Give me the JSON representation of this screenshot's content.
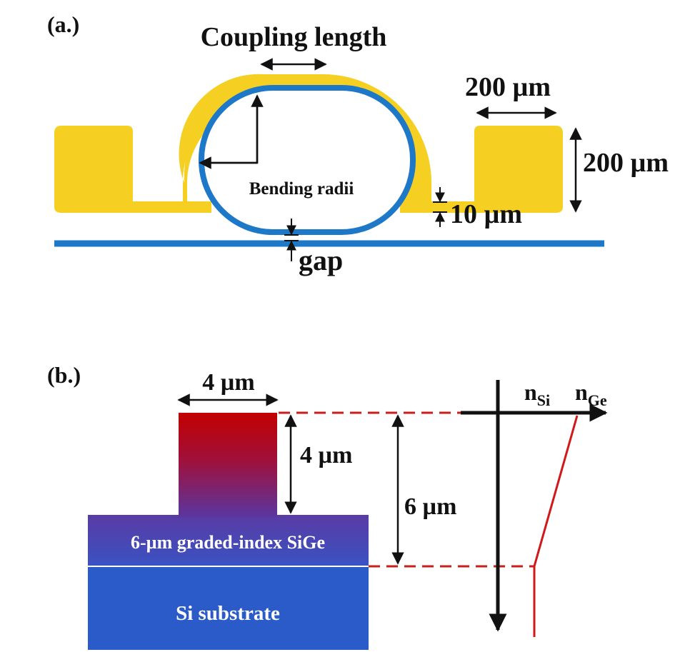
{
  "panel_a": {
    "label": "(a.)",
    "coupling_length": "Coupling length",
    "bending_radii": "Bending radii",
    "pad_width": "200 µm",
    "pad_height": "200 µm",
    "strip_width": "10 µm",
    "gap": "gap"
  },
  "panel_b": {
    "label": "(b.)",
    "ridge_width": "4 µm",
    "ridge_height": "4 µm",
    "total_height": "6 µm",
    "graded_layer": "6-µm graded-index SiGe",
    "substrate": "Si substrate",
    "n_si_main": "n",
    "n_si_sub": "Si",
    "n_ge_main": "n",
    "n_ge_sub": "Ge"
  },
  "colors": {
    "gold": "#F5CF22",
    "waveguide_blue": "#1E78C8",
    "ridge_top": "#C00000",
    "sige_purple": "#5A3CA0",
    "substrate_blue": "#2B5BC8",
    "index_line": "#D01A1A"
  }
}
